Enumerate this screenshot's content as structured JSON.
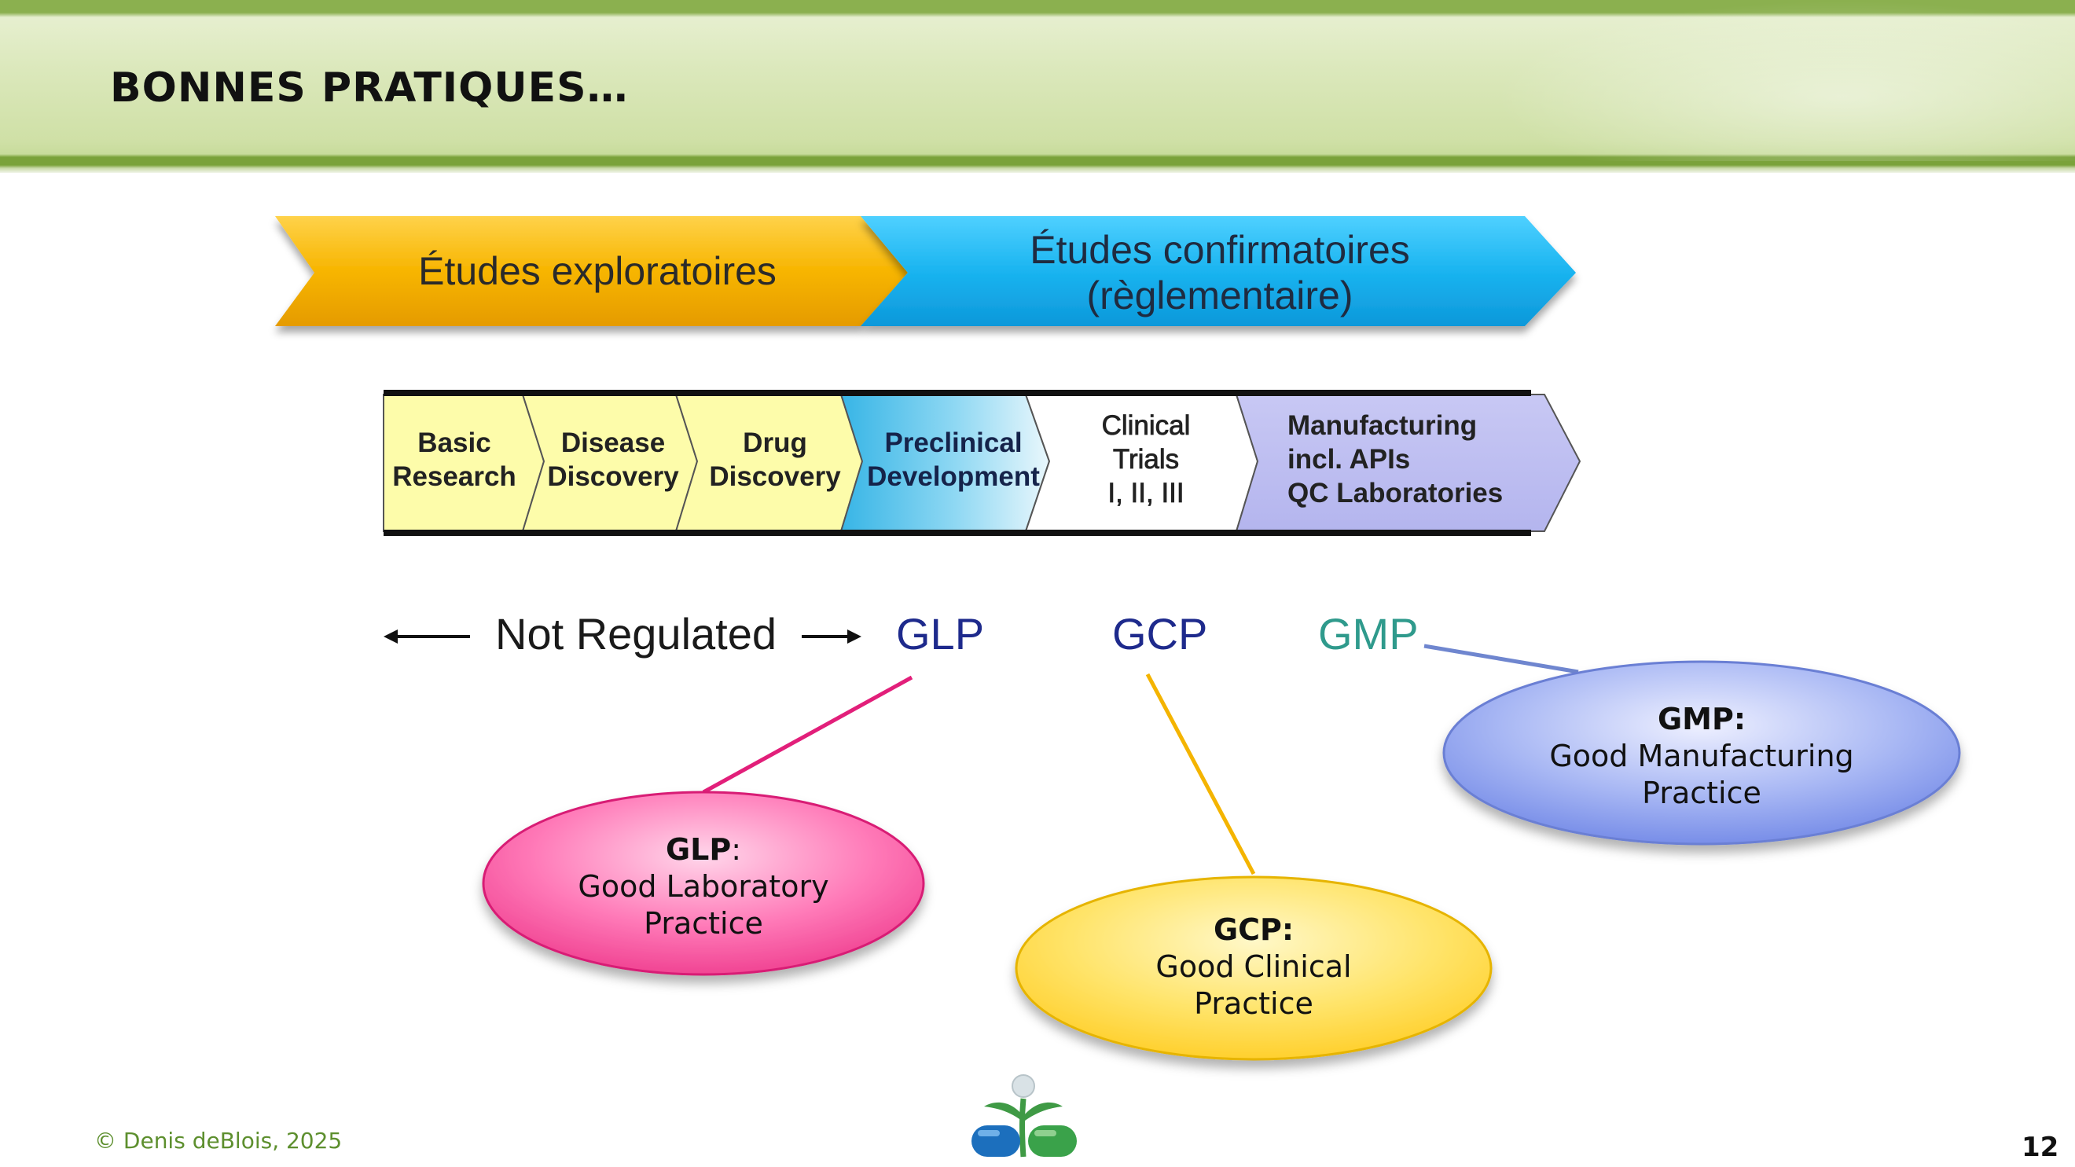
{
  "title": "BONNES PRATIQUES…",
  "phases": [
    {
      "label": "Études exploratoires",
      "color": "#f6b800"
    },
    {
      "label": "Études confirmatoires",
      "sublabel": "(règlementaire)",
      "color": "#1ab4f0"
    }
  ],
  "stages": [
    {
      "lines": [
        "Basic",
        "Research"
      ]
    },
    {
      "lines": [
        "Disease",
        "Discovery"
      ]
    },
    {
      "lines": [
        "Drug",
        "Discovery"
      ]
    },
    {
      "lines": [
        "Preclinical",
        "Development"
      ]
    },
    {
      "lines": [
        "Clinical",
        "Trials",
        "I, II, III"
      ]
    },
    {
      "lines": [
        "Manufacturing",
        "incl. APIs",
        "QC Laboratories"
      ]
    }
  ],
  "regulation": {
    "not_regulated": "Not Regulated",
    "glp": "GLP",
    "gcp": "GCP",
    "gmp": "GMP"
  },
  "callouts": {
    "glp": {
      "abbr": "GLP",
      "text_line1": "Good Laboratory",
      "text_line2": "Practice",
      "color": "#f0388a"
    },
    "gcp": {
      "abbr": "GCP:",
      "text_line1": "Good Clinical",
      "text_line2": "Practice",
      "color": "#ffd23c"
    },
    "gmp": {
      "abbr": "GMP:",
      "text_line1": "Good Manufacturing",
      "text_line2": "Practice",
      "color": "#7c94ea"
    }
  },
  "footer": {
    "copyright": "© Denis deBlois, 2025",
    "page_number": "12"
  }
}
